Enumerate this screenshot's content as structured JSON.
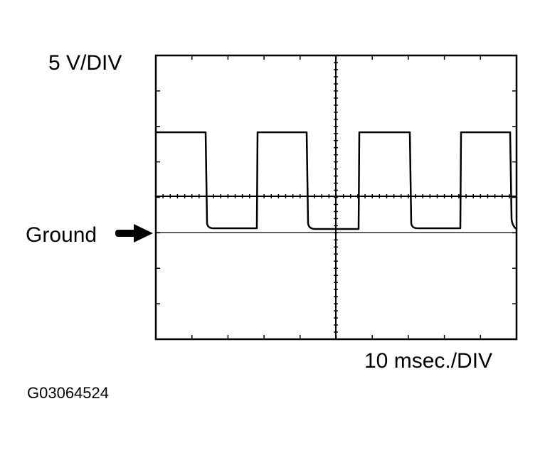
{
  "voltage_scale": "5 V/DIV",
  "time_scale": "10 msec./DIV",
  "ground_label": "Ground",
  "figure_id": "G03064524",
  "colors": {
    "trace": "#000000",
    "grid": "#000000",
    "background": "#ffffff"
  },
  "icons": {
    "ground_pointer": "arrow-right-icon"
  }
}
